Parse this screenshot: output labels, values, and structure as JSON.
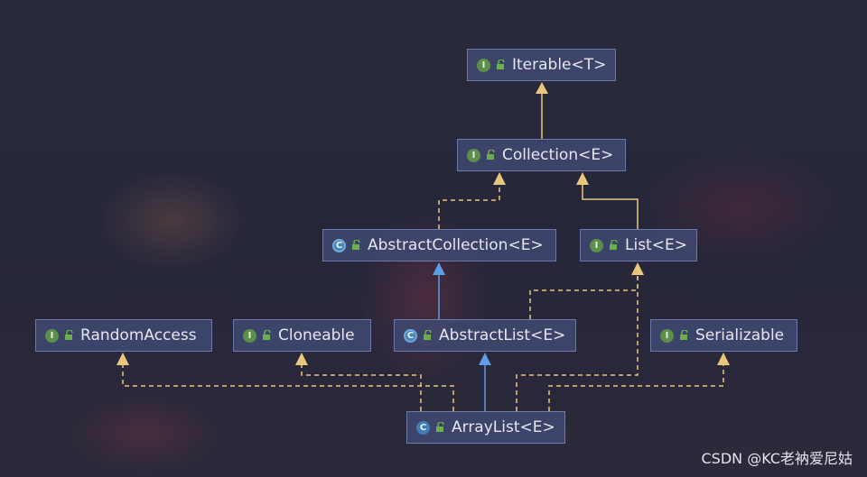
{
  "diagram": {
    "nodes": {
      "iterable": {
        "label": "Iterable<T>",
        "kind": "interface",
        "icon": "interface-icon"
      },
      "collection": {
        "label": "Collection<E>",
        "kind": "interface",
        "icon": "interface-icon"
      },
      "abstract_collection": {
        "label": "AbstractCollection<E>",
        "kind": "abstract-class",
        "icon": "abstract-class-icon"
      },
      "list": {
        "label": "List<E>",
        "kind": "interface",
        "icon": "interface-icon"
      },
      "random_access": {
        "label": "RandomAccess",
        "kind": "interface",
        "icon": "interface-icon"
      },
      "cloneable": {
        "label": "Cloneable",
        "kind": "interface",
        "icon": "interface-icon"
      },
      "abstract_list": {
        "label": "AbstractList<E>",
        "kind": "abstract-class",
        "icon": "abstract-class-icon"
      },
      "serializable": {
        "label": "Serializable",
        "kind": "interface",
        "icon": "interface-icon"
      },
      "array_list": {
        "label": "ArrayList<E>",
        "kind": "class",
        "icon": "class-icon"
      }
    },
    "edges": [
      {
        "from": "collection",
        "to": "iterable",
        "type": "extends"
      },
      {
        "from": "abstract_collection",
        "to": "collection",
        "type": "implements"
      },
      {
        "from": "list",
        "to": "collection",
        "type": "extends"
      },
      {
        "from": "abstract_list",
        "to": "abstract_collection",
        "type": "extends-class"
      },
      {
        "from": "abstract_list",
        "to": "list",
        "type": "implements"
      },
      {
        "from": "array_list",
        "to": "abstract_list",
        "type": "extends-class"
      },
      {
        "from": "array_list",
        "to": "list",
        "type": "implements"
      },
      {
        "from": "array_list",
        "to": "random_access",
        "type": "implements"
      },
      {
        "from": "array_list",
        "to": "cloneable",
        "type": "implements"
      },
      {
        "from": "array_list",
        "to": "serializable",
        "type": "implements"
      }
    ],
    "colors": {
      "interface_edge": "#e8c77c",
      "class_edge": "#5f9be6",
      "node_fill": "#404870",
      "node_border": "#6e78a8",
      "interface_badge": "#5c8f4a",
      "class_badge": "#3f7fb5"
    }
  },
  "watermark": "CSDN @KC老衲爱尼姑"
}
